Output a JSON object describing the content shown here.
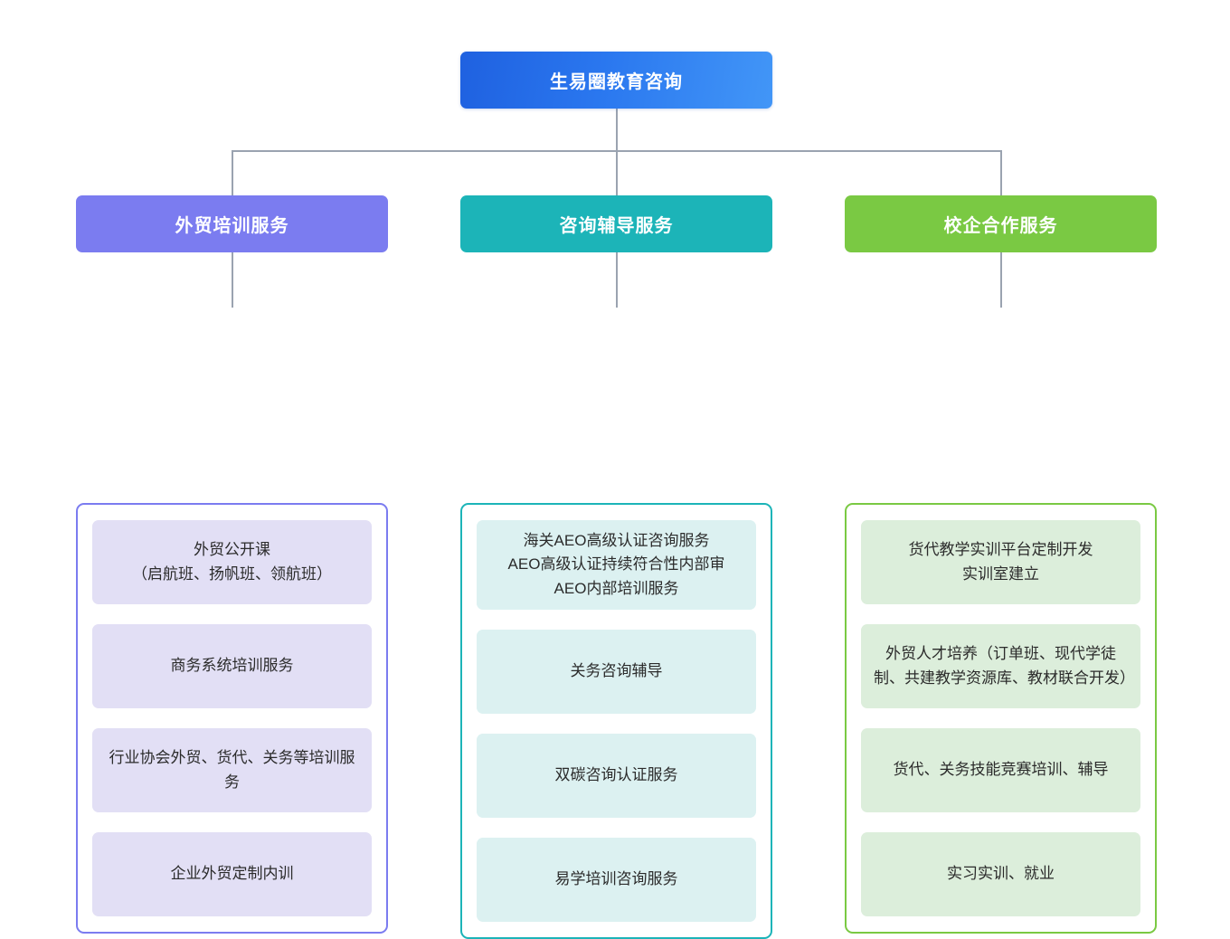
{
  "diagram": {
    "type": "org-chart",
    "root": {
      "label": "生易圈教育咨询",
      "color": "#2a77ef",
      "gradient_from": "#1f61e0",
      "gradient_to": "#4296f7"
    },
    "connector_color": "#9aa3b0",
    "branches": [
      {
        "label": "外贸培训服务",
        "header_color": "#7b7cf0",
        "border_color": "#7b7cf0",
        "card_color": "#e2dff5",
        "items": [
          "外贸公开课\n（启航班、扬帆班、领航班）",
          "商务系统培训服务",
          "行业协会外贸、货代、关务等培训服务",
          "企业外贸定制内训"
        ]
      },
      {
        "label": "咨询辅导服务",
        "header_color": "#1cb4b8",
        "border_color": "#1cb4b8",
        "card_color": "#dcf1f1",
        "items": [
          "海关AEO高级认证咨询服务\nAEO高级认证持续符合性内部审\nAEO内部培训服务",
          "关务咨询辅导",
          "双碳咨询认证服务",
          "易学培训咨询服务"
        ]
      },
      {
        "label": "校企合作服务",
        "header_color": "#7ac943",
        "border_color": "#7ac943",
        "card_color": "#dceedb",
        "items": [
          "货代教学实训平台定制开发\n实训室建立",
          "外贸人才培养（订单班、现代学徒制、共建教学资源库、教材联合开发）",
          "货代、关务技能竞赛培训、辅导",
          "实习实训、就业"
        ]
      }
    ]
  }
}
